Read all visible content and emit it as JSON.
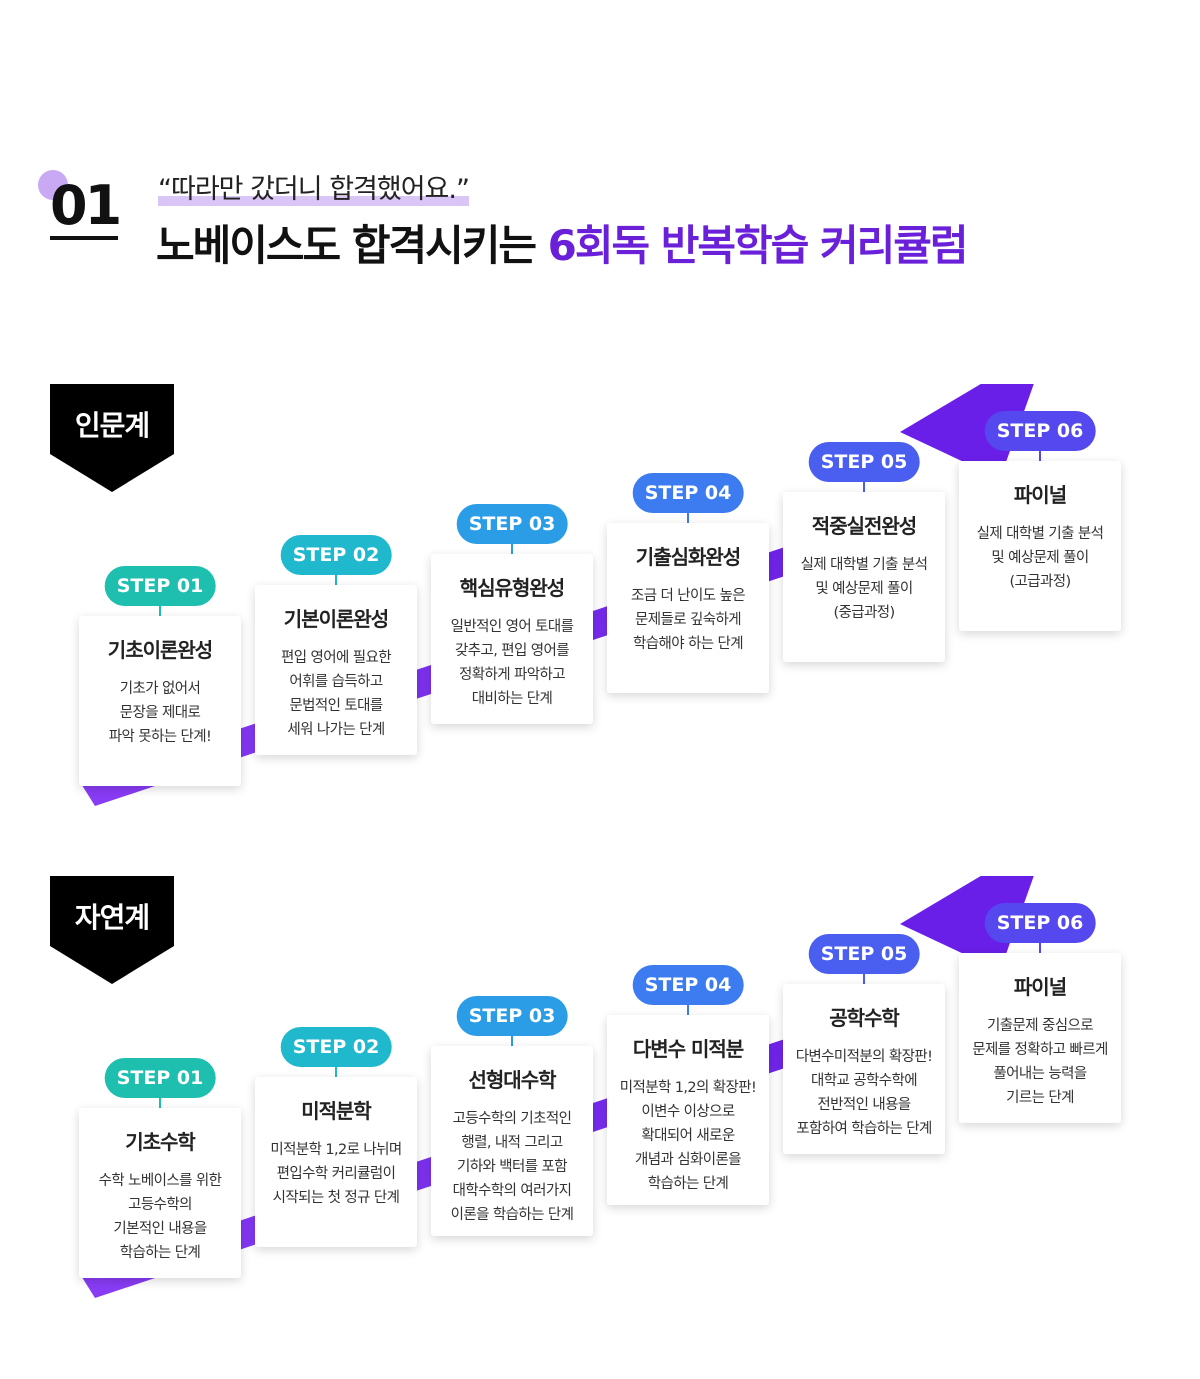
{
  "header": {
    "number": "01",
    "quote": "“따라만 갔더니 합격했어요.”",
    "headline_prefix": "노베이스도 합격시키는",
    "headline_accent": "6회독 반복학습 커리큘럼"
  },
  "colors": {
    "accent": "#6a20d8",
    "step_pills": [
      "#1fbfb0",
      "#1fb8cc",
      "#2b9de6",
      "#3d7cf0",
      "#4a5ef0",
      "#5548ee"
    ],
    "arrow": "#7b2ff0",
    "tag": "#000000"
  },
  "sections": [
    {
      "label": "인문계",
      "steps": [
        {
          "step": "STEP 01",
          "title": "기초이론완성",
          "desc": "기초가 없어서\n문장을 제대로\n파악 못하는 단계!"
        },
        {
          "step": "STEP 02",
          "title": "기본이론완성",
          "desc": "편입 영어에 필요한\n어휘를 습득하고\n문법적인 토대를\n세워 나가는 단계"
        },
        {
          "step": "STEP 03",
          "title": "핵심유형완성",
          "desc": "일반적인 영어 토대를\n갖추고, 편입 영어를\n정확하게 파악하고\n대비하는 단계"
        },
        {
          "step": "STEP 04",
          "title": "기출심화완성",
          "desc": "조금 더 난이도 높은\n문제들로 깊숙하게\n학습해야 하는 단계"
        },
        {
          "step": "STEP 05",
          "title": "적중실전완성",
          "desc": "실제 대학별 기출 분석\n및 예상문제 풀이\n(중급과정)"
        },
        {
          "step": "STEP 06",
          "title": "파이널",
          "desc": "실제 대학별 기출 분석\n및 예상문제 풀이\n(고급과정)"
        }
      ]
    },
    {
      "label": "자연계",
      "steps": [
        {
          "step": "STEP 01",
          "title": "기초수학",
          "desc": "수학 노베이스를 위한\n고등수학의\n기본적인 내용을\n학습하는 단계"
        },
        {
          "step": "STEP 02",
          "title": "미적분학",
          "desc": "미적분학 1,2로 나뉘며\n편입수학 커리큘럼이\n시작되는 첫 정규 단계"
        },
        {
          "step": "STEP 03",
          "title": "선형대수학",
          "desc": "고등수학의 기초적인\n행렬, 내적 그리고\n기하와 백터를 포함\n대학수학의 여러가지\n이론을 학습하는 단계"
        },
        {
          "step": "STEP 04",
          "title": "다변수 미적분",
          "desc": "미적분학 1,2의 확장판!\n이변수 이상으로\n확대되어 새로운\n개념과 심화이론을\n학습하는 단계"
        },
        {
          "step": "STEP 05",
          "title": "공학수학",
          "desc": "다변수미적분의 확장판!\n대학교 공학수학에\n전반적인 내용을\n포함하여 학습하는 단계"
        },
        {
          "step": "STEP 06",
          "title": "파이널",
          "desc": "기출문제 중심으로\n문제를 정확하고 빠르게\n풀어내는 능력을\n기르는 단계"
        }
      ]
    }
  ]
}
